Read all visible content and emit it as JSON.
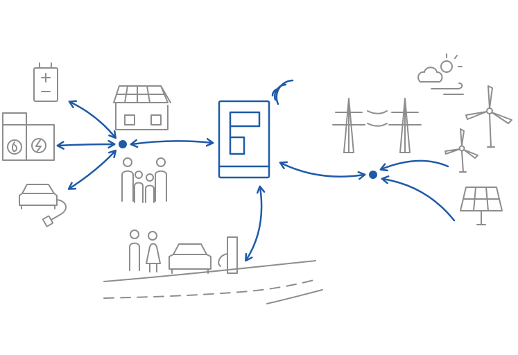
{
  "colors": {
    "accent": "#1f5aa8",
    "icon": "#8d8d8d",
    "background": "#ffffff"
  },
  "nodes": [
    {
      "id": "smart-meter",
      "icon": "smart-meter-icon"
    },
    {
      "id": "home-hub",
      "icon": "hub-dot-icon"
    },
    {
      "id": "grid-hub",
      "icon": "hub-dot-icon"
    },
    {
      "id": "battery",
      "icon": "battery-icon"
    },
    {
      "id": "heat-storage",
      "icon": "heat-storage-icon"
    },
    {
      "id": "electric-car",
      "icon": "electric-car-icon"
    },
    {
      "id": "solar-house",
      "icon": "solar-house-icon"
    },
    {
      "id": "family",
      "icon": "family-icon"
    },
    {
      "id": "public-charging",
      "icon": "public-charging-icon"
    },
    {
      "id": "power-lines",
      "icon": "pylon-icon"
    },
    {
      "id": "weather",
      "icon": "weather-icon"
    },
    {
      "id": "wind-turbines",
      "icon": "wind-turbine-icon"
    },
    {
      "id": "solar-panel",
      "icon": "solar-panel-icon"
    }
  ],
  "connections": [
    {
      "from": "home-hub",
      "to": "battery",
      "direction": "two-way"
    },
    {
      "from": "home-hub",
      "to": "heat-storage",
      "direction": "two-way"
    },
    {
      "from": "home-hub",
      "to": "electric-car",
      "direction": "two-way"
    },
    {
      "from": "home-hub",
      "to": "smart-meter",
      "direction": "two-way"
    },
    {
      "from": "smart-meter",
      "to": "grid-hub",
      "direction": "two-way"
    },
    {
      "from": "smart-meter",
      "to": "public-charging",
      "direction": "two-way"
    },
    {
      "from": "wind-turbines",
      "to": "grid-hub",
      "direction": "one-way"
    },
    {
      "from": "solar-panel",
      "to": "grid-hub",
      "direction": "one-way"
    }
  ]
}
